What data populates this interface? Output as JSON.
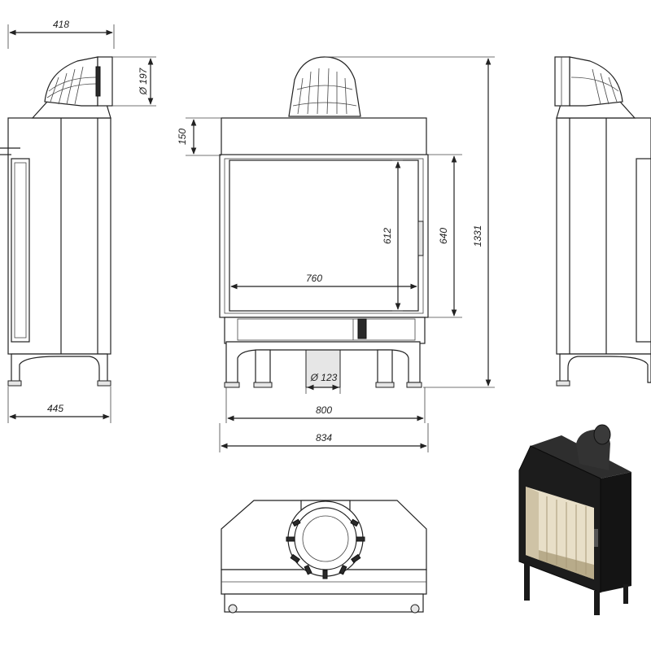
{
  "dimensions": {
    "side_depth_top": "418",
    "flue_diameter": "Ø 197",
    "side_depth_bottom": "445",
    "top_height": "150",
    "glass_height": "612",
    "door_height": "640",
    "total_height": "1331",
    "glass_width": "760",
    "air_inlet_diameter": "Ø 123",
    "body_width": "800",
    "overall_width": "834"
  },
  "colors": {
    "line": "#222222",
    "render_body": "#1c1c1c",
    "render_glass": "#e8dfc8"
  }
}
